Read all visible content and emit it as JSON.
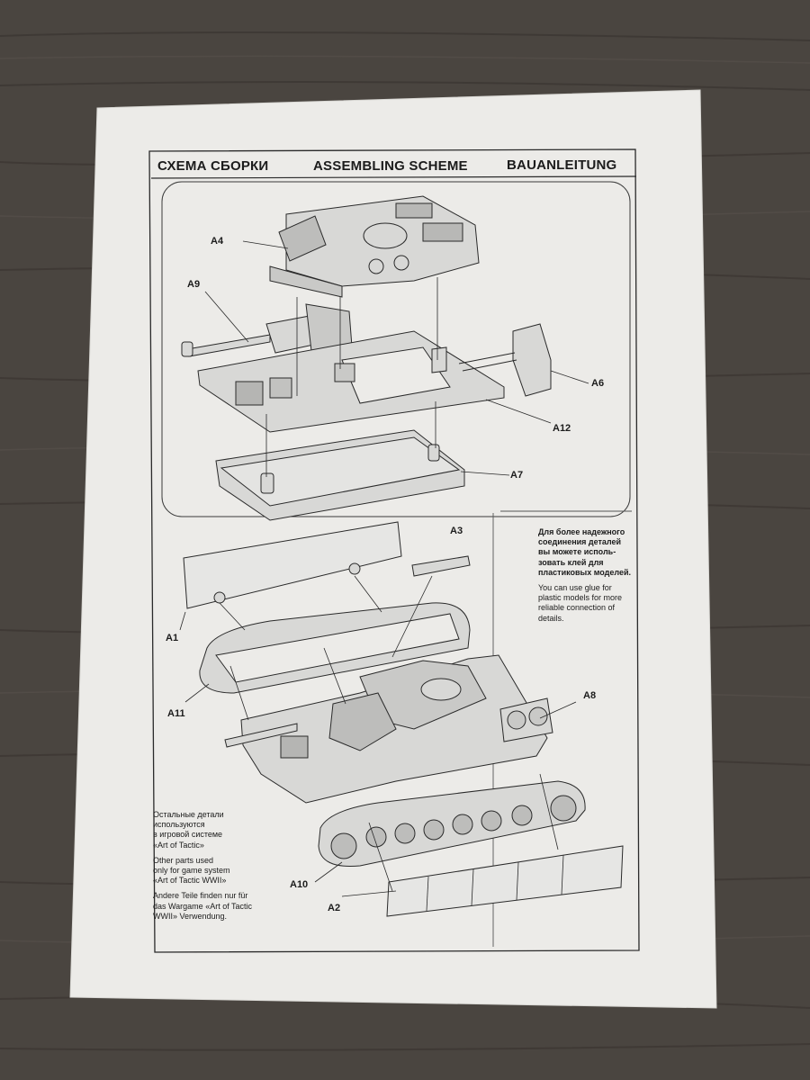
{
  "header": {
    "russian": "СХЕМА СБОРКИ",
    "english": "ASSEMBLING SCHEME",
    "german": "BAUANLEITUNG"
  },
  "part_labels": {
    "a4": "A4",
    "a9": "A9",
    "a6": "A6",
    "a12": "A12",
    "a7": "A7",
    "a3": "A3",
    "a1": "A1",
    "a11": "A11",
    "a8": "A8",
    "a10": "A10",
    "a2": "A2"
  },
  "glue_note": {
    "russian_lines": [
      "Для более надежного",
      "соединения деталей",
      "вы можете исполь-",
      "зовать клей для",
      "пластиковых моделей."
    ],
    "english_lines": [
      "You can use glue for",
      "plastic models for more",
      "reliable connection of",
      "details."
    ]
  },
  "other_parts_note": {
    "russian_lines": [
      "Остальные детали",
      "используются",
      "в игровой системе",
      "«Art of Tactic»"
    ],
    "english_lines": [
      "Other parts used",
      "only for game system",
      "«Art of Tactic WWII»"
    ],
    "german_lines": [
      "Andere Teile finden nur für",
      "das Wargame «Art of Tactic",
      "WWII» Verwendung."
    ]
  },
  "colors": {
    "paper": "#ecebe8",
    "ink": "#1c1c1c",
    "wood": "#4a4540"
  }
}
